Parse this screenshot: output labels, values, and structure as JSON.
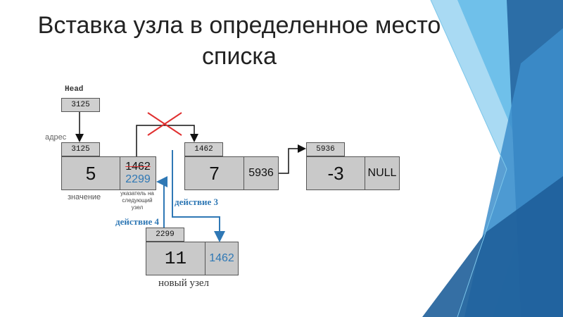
{
  "title": "Вставка узла в определенное место списка",
  "head": {
    "label": "Head",
    "value": "3125"
  },
  "address_label": "адрес",
  "value_label": "значение",
  "pointer_label": "указатель на следующий узел",
  "node1": {
    "address": "3125",
    "value": "5",
    "old_next": "1462",
    "new_next": "2299"
  },
  "node2": {
    "address": "1462",
    "value": "7",
    "next": "5936"
  },
  "node3": {
    "address": "5936",
    "value": "-3",
    "next": "NULL"
  },
  "new_node": {
    "address": "2299",
    "value": "11",
    "next": "1462",
    "caption": "новый узел"
  },
  "action3": "действие 3",
  "action4": "действие 4",
  "colors": {
    "accent_blue": "#2f78b5",
    "cross_red": "#e03030",
    "node_gray": "#c9c9c9"
  }
}
